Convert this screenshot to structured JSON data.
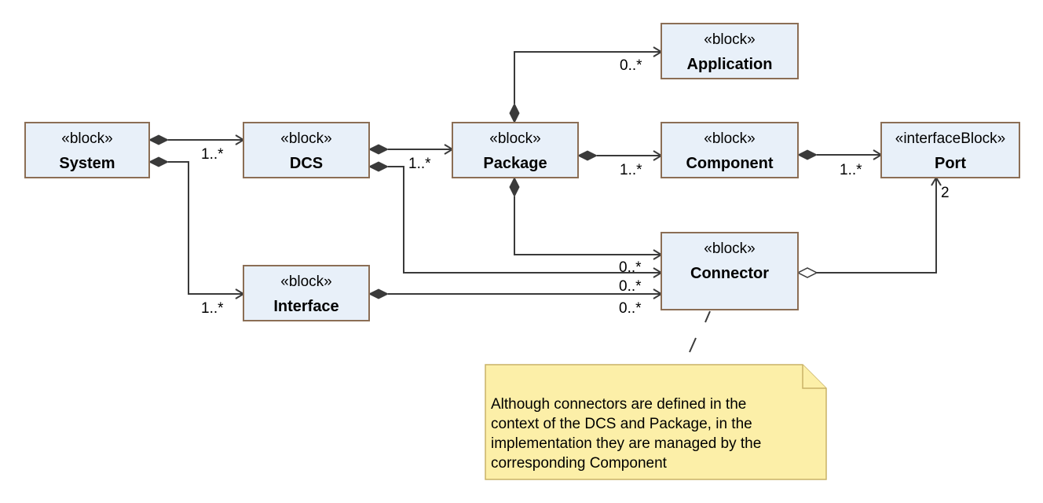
{
  "blocks": {
    "system": {
      "stereotype": "«block»",
      "name": "System"
    },
    "dcs": {
      "stereotype": "«block»",
      "name": "DCS"
    },
    "package": {
      "stereotype": "«block»",
      "name": "Package"
    },
    "application": {
      "stereotype": "«block»",
      "name": "Application"
    },
    "component": {
      "stereotype": "«block»",
      "name": "Component"
    },
    "port": {
      "stereotype": "«interfaceBlock»",
      "name": "Port"
    },
    "connector": {
      "stereotype": "«block»",
      "name": "Connector"
    },
    "interface": {
      "stereotype": "«block»",
      "name": "Interface"
    }
  },
  "multiplicities": {
    "system_dcs": "1..*",
    "system_interface": "1..*",
    "dcs_package": "1..*",
    "dcs_connector": "0..*",
    "package_application": "0..*",
    "package_component": "1..*",
    "package_connector": "0..*",
    "component_port": "1..*",
    "connector_port": "2",
    "interface_connector": "0..*"
  },
  "note": {
    "lines": [
      "Although connectors are defined in the",
      "context of the DCS and Package, in the",
      "implementation they are managed by the",
      "corresponding Component"
    ]
  }
}
